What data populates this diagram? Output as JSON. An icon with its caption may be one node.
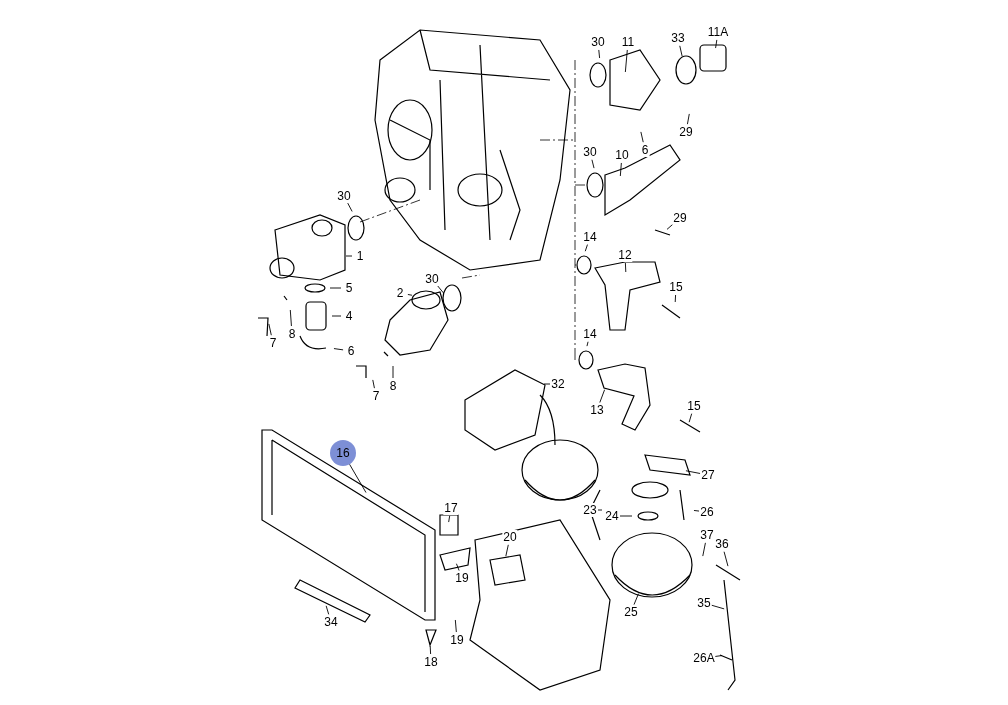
{
  "diagram": {
    "nodes": [
      {
        "text": [
          "30"
        ]
      },
      {
        "text": [
          "11"
        ]
      },
      {
        "text": [
          "33"
        ]
      },
      {
        "text": [
          "11A"
        ]
      },
      {
        "text": [
          "29"
        ]
      },
      {
        "text": [
          "6"
        ]
      },
      {
        "text": [
          "30"
        ]
      },
      {
        "text": [
          "10"
        ]
      },
      {
        "text": [
          "30"
        ]
      },
      {
        "text": [
          "29"
        ]
      },
      {
        "text": [
          "14"
        ]
      },
      {
        "text": [
          "12"
        ]
      },
      {
        "text": [
          "1"
        ]
      },
      {
        "text": [
          "30"
        ]
      },
      {
        "text": [
          "15"
        ]
      },
      {
        "text": [
          "5"
        ]
      },
      {
        "text": [
          "2"
        ]
      },
      {
        "text": [
          "4"
        ]
      },
      {
        "text": [
          "7"
        ]
      },
      {
        "text": [
          "8"
        ]
      },
      {
        "text": [
          "6"
        ]
      },
      {
        "text": [
          "14"
        ]
      },
      {
        "text": [
          "32"
        ]
      },
      {
        "text": [
          "8"
        ]
      },
      {
        "text": [
          "7"
        ]
      },
      {
        "text": [
          "13"
        ]
      },
      {
        "text": [
          "15"
        ]
      },
      {
        "text": [
          "16"
        ]
      },
      {
        "text": [
          "27"
        ]
      },
      {
        "text": [
          "26"
        ]
      },
      {
        "text": [
          "17"
        ]
      },
      {
        "text": [
          "23"
        ]
      },
      {
        "text": [
          "24"
        ]
      },
      {
        "text": [
          "20"
        ]
      },
      {
        "text": [
          "37"
        ]
      },
      {
        "text": [
          "36"
        ]
      },
      {
        "text": [
          "19"
        ]
      },
      {
        "text": [
          "35"
        ]
      },
      {
        "text": [
          "25"
        ]
      },
      {
        "text": [
          "34"
        ]
      },
      {
        "text": [
          "19"
        ]
      },
      {
        "text": [
          "18"
        ]
      },
      {
        "text": [
          "26A"
        ]
      }
    ],
    "edges": [
      {
        "from": 0,
        "to": null,
        "arrow": "none"
      },
      {
        "from": 1,
        "to": null,
        "arrow": "none"
      },
      {
        "from": 2,
        "to": null,
        "arrow": "none"
      },
      {
        "from": 3,
        "to": null,
        "arrow": "none"
      },
      {
        "from": 4,
        "to": null,
        "arrow": "none"
      },
      {
        "from": 5,
        "to": null,
        "arrow": "none"
      },
      {
        "from": 6,
        "to": null,
        "arrow": "none"
      },
      {
        "from": 7,
        "to": null,
        "arrow": "none"
      },
      {
        "from": 8,
        "to": null,
        "arrow": "none"
      },
      {
        "from": 9,
        "to": null,
        "arrow": "none"
      },
      {
        "from": 10,
        "to": null,
        "arrow": "none"
      },
      {
        "from": 11,
        "to": null,
        "arrow": "none"
      },
      {
        "from": 12,
        "to": null,
        "arrow": "none"
      },
      {
        "from": 13,
        "to": null,
        "arrow": "none"
      },
      {
        "from": 14,
        "to": null,
        "arrow": "none"
      },
      {
        "from": 15,
        "to": null,
        "arrow": "none"
      },
      {
        "from": 16,
        "to": null,
        "arrow": "none"
      },
      {
        "from": 17,
        "to": null,
        "arrow": "none"
      },
      {
        "from": 18,
        "to": null,
        "arrow": "none"
      },
      {
        "from": 19,
        "to": null,
        "arrow": "none"
      },
      {
        "from": 20,
        "to": null,
        "arrow": "none"
      },
      {
        "from": 21,
        "to": null,
        "arrow": "none"
      },
      {
        "from": 22,
        "to": null,
        "arrow": "none"
      },
      {
        "from": 23,
        "to": null,
        "arrow": "none"
      },
      {
        "from": 24,
        "to": null,
        "arrow": "none"
      },
      {
        "from": 25,
        "to": null,
        "arrow": "none"
      },
      {
        "from": 26,
        "to": null,
        "arrow": "none"
      },
      {
        "from": 27,
        "to": null,
        "arrow": "none"
      },
      {
        "from": 28,
        "to": null,
        "arrow": "none"
      },
      {
        "from": 29,
        "to": null,
        "arrow": "none"
      },
      {
        "from": 30,
        "to": null,
        "arrow": "none"
      },
      {
        "from": 31,
        "to": null,
        "arrow": "none"
      },
      {
        "from": 32,
        "to": null,
        "arrow": "none"
      },
      {
        "from": 33,
        "to": null,
        "arrow": "none"
      },
      {
        "from": 34,
        "to": null,
        "arrow": "none"
      },
      {
        "from": 35,
        "to": null,
        "arrow": "none"
      },
      {
        "from": 36,
        "to": null,
        "arrow": "none"
      },
      {
        "from": 37,
        "to": null,
        "arrow": "none"
      },
      {
        "from": 38,
        "to": null,
        "arrow": "none"
      },
      {
        "from": 39,
        "to": null,
        "arrow": "none"
      },
      {
        "from": 40,
        "to": null,
        "arrow": "none"
      },
      {
        "from": 41,
        "to": null,
        "arrow": "none"
      },
      {
        "from": 42,
        "to": null,
        "arrow": "none"
      }
    ]
  }
}
